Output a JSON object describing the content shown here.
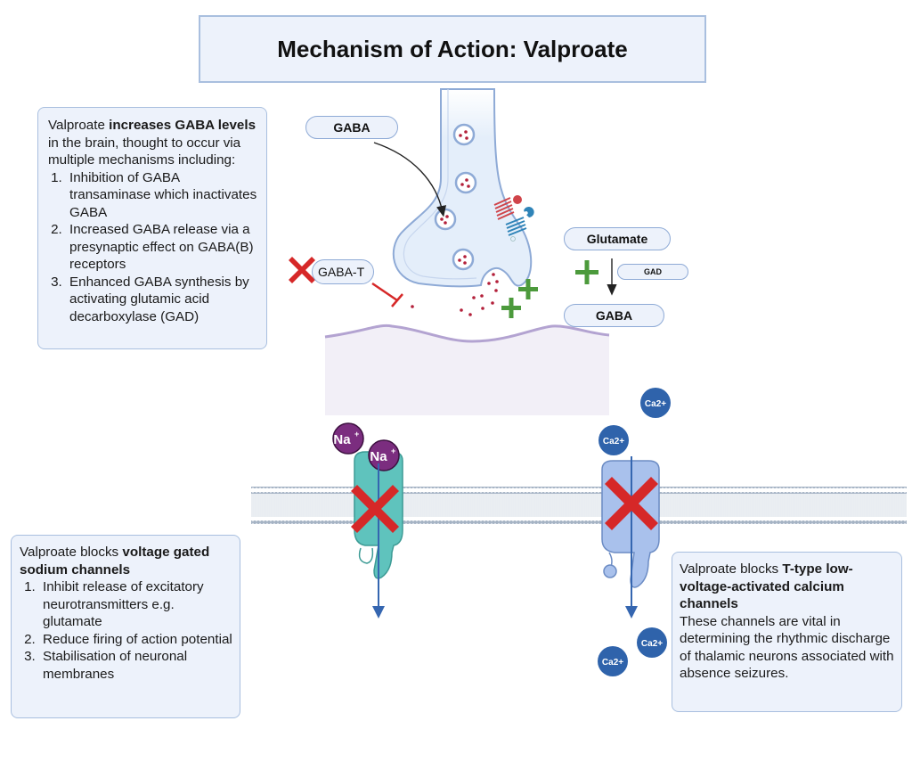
{
  "title": "Mechanism of Action: Valproate",
  "gaba_box": {
    "intro_plain_1": "Valproate ",
    "intro_bold": "increases GABA levels",
    "intro_plain_2": " in the brain, thought to occur via multiple mechanisms including:",
    "items": [
      "Inhibition of GABA transaminase which inactivates GABA",
      "Increased GABA release via a presynaptic effect on GABA(B) receptors",
      "Enhanced GABA synthesis by activating glutamic acid decarboxylase (GAD)"
    ]
  },
  "sodium_box": {
    "intro_plain": "Valproate blocks ",
    "intro_bold": "voltage gated sodium channels",
    "items": [
      "Inhibit release of excitatory neurotransmitters e.g. glutamate",
      "Reduce firing of action potential",
      "Stabilisation of neuronal membranes"
    ]
  },
  "calcium_box": {
    "intro_plain": "Valproate blocks ",
    "intro_bold": "T-type low-voltage-activated calcium channels",
    "body": "These channels are vital in determining the rhythmic discharge of thalamic neurons associated with absence seizures."
  },
  "labels": {
    "gaba_top": "GABA",
    "gaba_t": "GABA-T",
    "glutamate": "Glutamate",
    "gad": "GAD",
    "gaba_product": "GABA",
    "na_ion": "Na",
    "na_charge": "+",
    "ca_ion": "Ca2+"
  },
  "colors": {
    "block_red": "#d62828",
    "enhance_green": "#4c9a3c",
    "vesicle_dot": "#b3203a",
    "sodium_ion": "#7b2d7f",
    "calcium_ion": "#2f63ab",
    "sodium_channel": "#5fc3bd",
    "calcium_channel": "#a9c1ec",
    "neuron_fill": "#e4eefa",
    "neuron_stroke": "#8eaad6",
    "flow_arrow": "#3566b0"
  }
}
